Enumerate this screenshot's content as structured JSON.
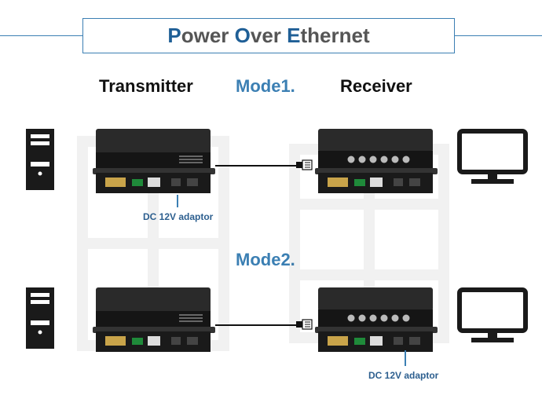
{
  "title": {
    "parts": [
      {
        "text": "P",
        "accent": true
      },
      {
        "text": "ower ",
        "accent": false
      },
      {
        "text": "O",
        "accent": true
      },
      {
        "text": "ver ",
        "accent": false
      },
      {
        "text": "E",
        "accent": true
      },
      {
        "text": "thernet",
        "accent": false
      }
    ]
  },
  "headers": {
    "transmitter": "Transmitter",
    "mode1": "Mode1.",
    "receiver": "Receiver",
    "mode2": "Mode2."
  },
  "notes": {
    "adaptor_tx": "DC 12V adaptor",
    "adaptor_rx": "DC 12V adaptor"
  },
  "colors": {
    "accent": "#3b7fb3",
    "title_accent": "#1f5f96",
    "device_body": "#1e1e1e",
    "device_front": "#111111"
  },
  "icons": [
    "pc-tower-icon",
    "monitor-icon",
    "rj45-plug-icon"
  ]
}
